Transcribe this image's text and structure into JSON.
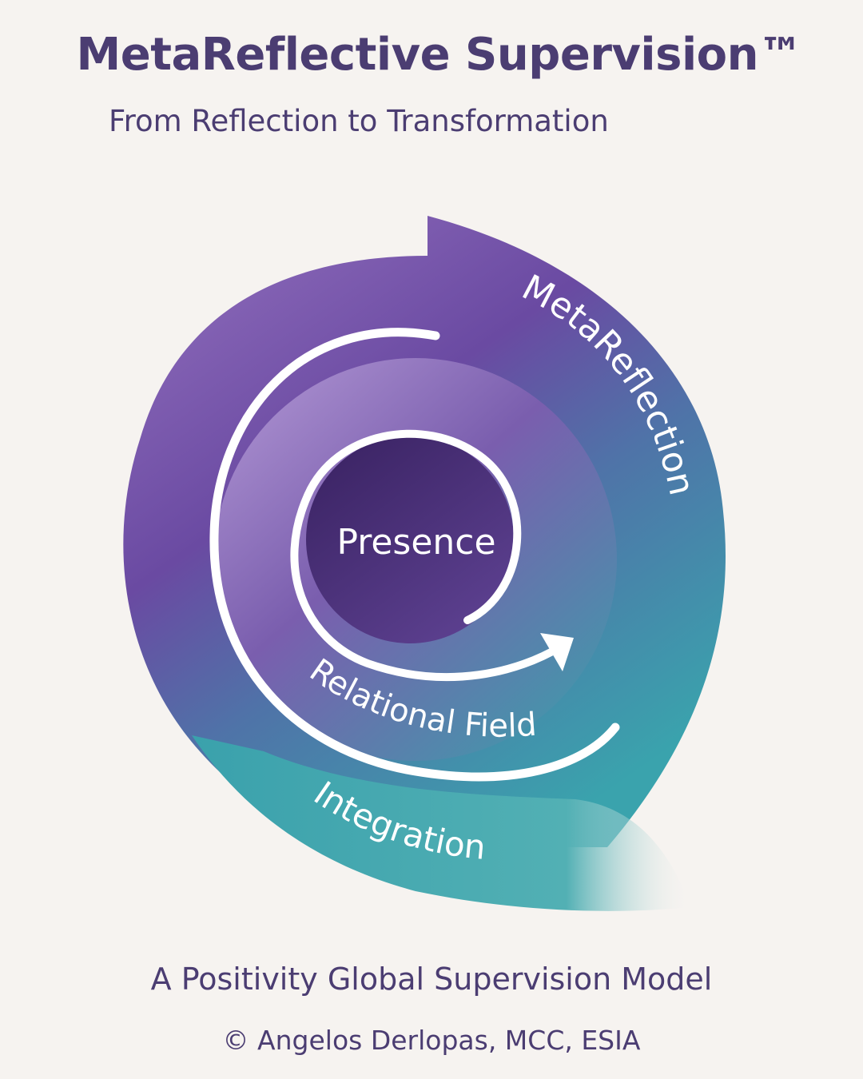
{
  "header": {
    "title": "MetaReflective Supervision™",
    "subtitle": "From Reflection to Transformation"
  },
  "diagram": {
    "layers": [
      {
        "id": "presence",
        "label": "Presence"
      },
      {
        "id": "relational-field",
        "label": "Relational Field"
      },
      {
        "id": "metareflection",
        "label": "MetaReflection"
      },
      {
        "id": "integration",
        "label": "Integration"
      }
    ],
    "colors": {
      "purple": "#6a4aa0",
      "deep_purple": "#3f2a6a",
      "teal": "#3fa3ad",
      "lavender": "#a88dc6"
    }
  },
  "footer": {
    "model": "A Positivity Global Supervision Model",
    "copyright": "© Angelos Derlopas, MCC, ESIA"
  }
}
